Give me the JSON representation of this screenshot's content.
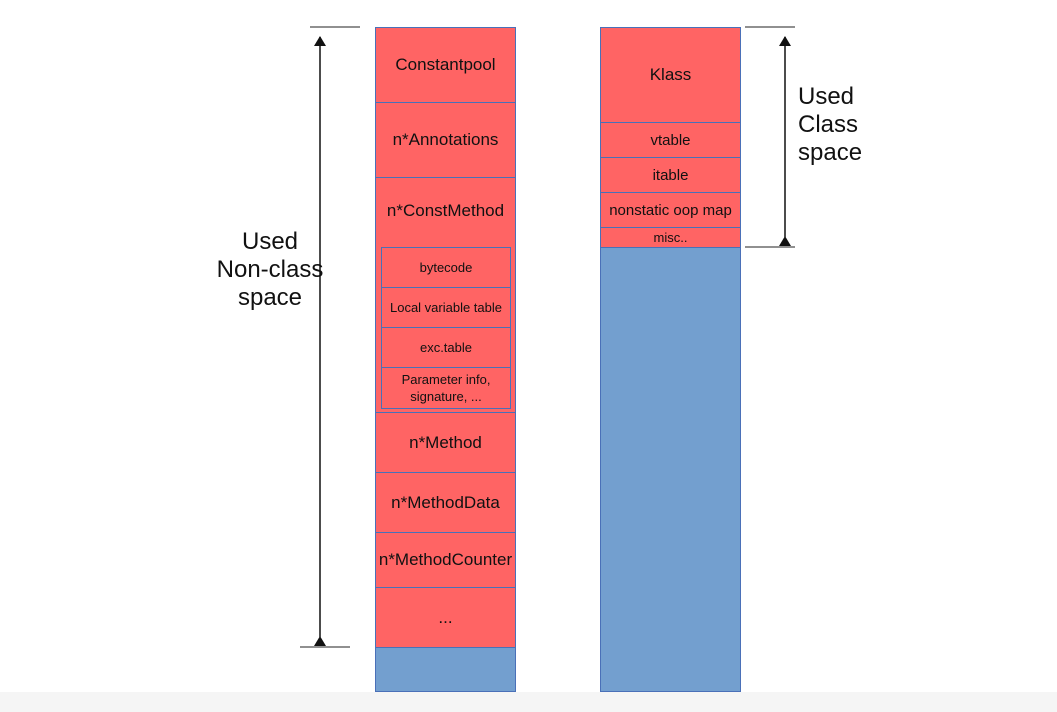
{
  "left_column": {
    "blocks": [
      {
        "label": "Constantpool"
      },
      {
        "label": "n*Annotations"
      },
      {
        "label": "n*ConstMethod"
      },
      {
        "label": "n*Method"
      },
      {
        "label": "n*MethodData"
      },
      {
        "label": "n*MethodCounter"
      },
      {
        "label": "..."
      }
    ],
    "sub_blocks": [
      {
        "label": "bytecode"
      },
      {
        "label": "Local variable table"
      },
      {
        "label": "exc.table"
      },
      {
        "label": "Parameter info,\nsignature, ..."
      }
    ]
  },
  "right_column": {
    "blocks": [
      {
        "label": "Klass"
      },
      {
        "label": "vtable"
      },
      {
        "label": "itable"
      },
      {
        "label": "nonstatic oop map"
      },
      {
        "label": "misc.."
      }
    ]
  },
  "labels": {
    "non_class": "Used\nNon-class\nspace",
    "class": "Used\nClass\nspace"
  },
  "colors": {
    "used_block": "#ff6464",
    "free_space": "#739fcf",
    "border": "#4a70b8"
  }
}
